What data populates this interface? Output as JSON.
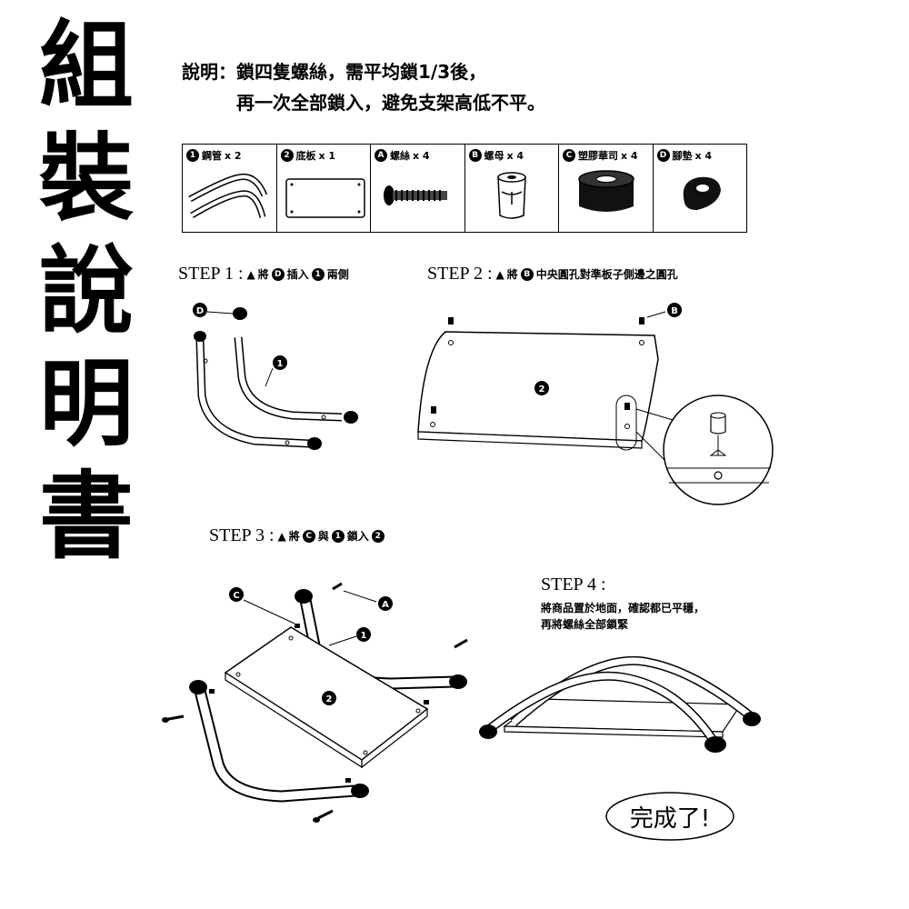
{
  "title_chars": [
    "組",
    "裝",
    "說",
    "明",
    "書"
  ],
  "intro": {
    "line1": "說明：鎖四隻螺絲，需平均鎖1/3後，",
    "line2": "再一次全部鎖入，避免支架高低不平。"
  },
  "parts": [
    {
      "badge": "1",
      "name": "鋼管",
      "qty": "x 2",
      "icon": "steel-pipe-icon"
    },
    {
      "badge": "2",
      "name": "底板",
      "qty": "x 1",
      "icon": "base-board-icon"
    },
    {
      "badge": "A",
      "name": "螺絲",
      "qty": "x 4",
      "icon": "screw-icon"
    },
    {
      "badge": "B",
      "name": "螺母",
      "qty": "x 4",
      "icon": "nut-icon"
    },
    {
      "badge": "C",
      "name": "塑膠華司",
      "qty": "x 4",
      "icon": "plastic-washer-icon"
    },
    {
      "badge": "D",
      "name": "腳墊",
      "qty": "x 4",
      "icon": "foot-pad-icon"
    }
  ],
  "step1": {
    "label": "STEP 1 :",
    "arrow": "▲",
    "t1": "將",
    "b1": "D",
    "t2": "插入",
    "b2": "1",
    "t3": "兩側",
    "callout_d": "D",
    "callout_1": "1"
  },
  "step2": {
    "label": "STEP 2 :",
    "arrow": "▲",
    "t1": "將",
    "b1": "B",
    "t2": "中央圓孔對準板子側邊之圓孔",
    "callout_b": "B",
    "callout_2": "2"
  },
  "step3": {
    "label": "STEP 3 :",
    "arrow": "▲",
    "t1": "將",
    "b1": "C",
    "t2": "與",
    "b2": "1",
    "t3": "鎖入",
    "b3": "2",
    "callout_c": "C",
    "callout_a": "A",
    "callout_1": "1",
    "callout_2": "2"
  },
  "step4": {
    "label": "STEP 4 :",
    "line1": "將商品置於地面，確認都已平穩，",
    "line2": "再將螺絲全部鎖緊"
  },
  "done": "完成了!"
}
